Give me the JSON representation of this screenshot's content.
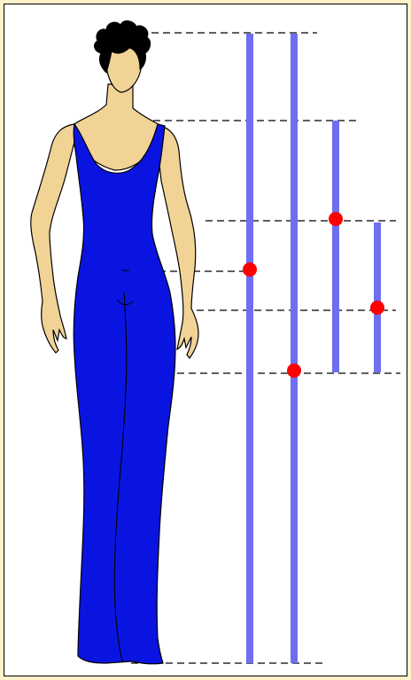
{
  "colors": {
    "frame_background": "#fdf2c8",
    "panel_background": "#ffffff",
    "dress": "#0a14e0",
    "skin": "#f2d396",
    "hair": "#000000",
    "measure_bar": "#6e6ef0",
    "measure_point": "#ff0000",
    "guide_line": "#000000"
  },
  "icons": {
    "figure": "woman-in-blue-dress-illustration",
    "point": "red-dot"
  },
  "guide_lines": [
    "head-top",
    "shoulder",
    "bust",
    "waist",
    "hip-upper",
    "hip",
    "floor"
  ],
  "measurement_bars": [
    {
      "id": "total-height",
      "spans": [
        "head-top",
        "floor"
      ],
      "point": "waist"
    },
    {
      "id": "head-to-floor-2",
      "spans": [
        "head-top",
        "floor"
      ],
      "point": "hip"
    },
    {
      "id": "shoulder-to-hip",
      "spans": [
        "shoulder",
        "hip"
      ],
      "point": "bust"
    },
    {
      "id": "bust-to-hip",
      "spans": [
        "bust",
        "hip"
      ],
      "point": "hip-upper"
    }
  ]
}
